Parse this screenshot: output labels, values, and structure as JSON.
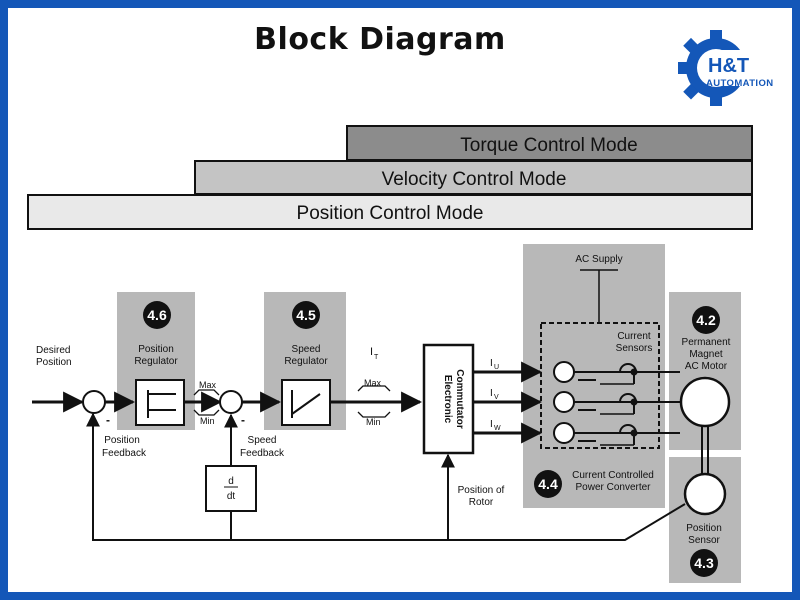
{
  "title": "Block Diagram",
  "logo": {
    "brand": "H&T",
    "sub": "AUTOMATION"
  },
  "modes": {
    "torque": "Torque Control Mode",
    "velocity": "Velocity Control Mode",
    "position": "Position Control Mode"
  },
  "labels": {
    "desired_position_1": "Desired",
    "desired_position_2": "Position",
    "position_regulator_1": "Position",
    "position_regulator_2": "Regulator",
    "speed_regulator_1": "Speed",
    "speed_regulator_2": "Regulator",
    "position_feedback_1": "Position",
    "position_feedback_2": "Feedback",
    "speed_feedback_1": "Speed",
    "speed_feedback_2": "Feedback",
    "max1": "Max",
    "min1": "Min",
    "max2": "Max",
    "min2": "Min",
    "it_main": "I",
    "it_sub": "T",
    "ddt_num": "d",
    "ddt_den": "dt",
    "commutator_1": "Electronic",
    "commutator_2": "Commutator",
    "iu_main": "I",
    "iu_sub": "U",
    "iv_main": "I",
    "iv_sub": "V",
    "iw_main": "I",
    "iw_sub": "W",
    "ac_supply": "AC Supply",
    "current_sensors_1": "Current",
    "current_sensors_2": "Sensors",
    "position_of_rotor_1": "Position of",
    "position_of_rotor_2": "Rotor",
    "converter_1": "Current Controlled",
    "converter_2": "Power Converter",
    "motor_1": "Permanent",
    "motor_2": "Magnet",
    "motor_3": "AC Motor",
    "position_sensor_1": "Position",
    "position_sensor_2": "Sensor",
    "minus": "-"
  },
  "badges": {
    "b46": "4.6",
    "b45": "4.5",
    "b42": "4.2",
    "b44": "4.4",
    "b43": "4.3"
  },
  "colors": {
    "frame": "#1457b8",
    "gray_block": "#b8b8b8",
    "torque_bar": "#8c8c8c",
    "velocity_bar": "#c4c4c4",
    "position_bar": "#e9e9e9",
    "badge": "#111111"
  }
}
